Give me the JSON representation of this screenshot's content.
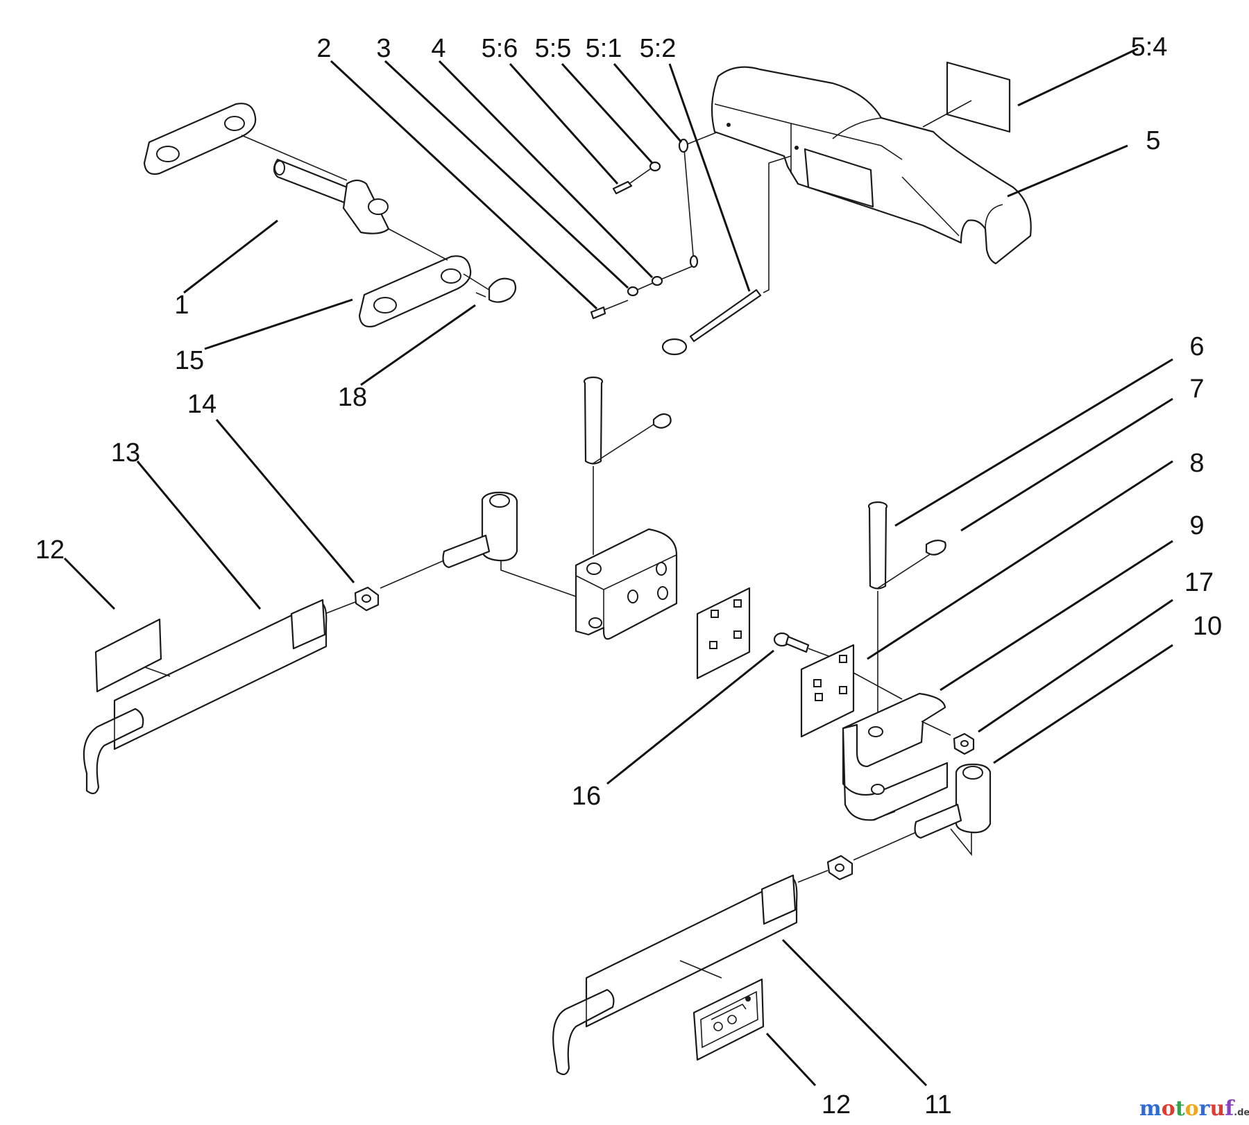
{
  "diagram": {
    "callouts": [
      "1",
      "2",
      "3",
      "4",
      "5:6",
      "5:5",
      "5:1",
      "5:2",
      "5:4",
      "5",
      "15",
      "18",
      "14",
      "13",
      "12",
      "6",
      "7",
      "8",
      "9",
      "17",
      "10",
      "16",
      "12",
      "11"
    ],
    "watermark": {
      "text": "motoruf",
      "suffix": ".de",
      "colors": [
        "#2e6bd6",
        "#e03a2f",
        "#2ea64a",
        "#f2a516",
        "#2e6bd6",
        "#e03a2f",
        "#8a3fc2"
      ]
    }
  }
}
